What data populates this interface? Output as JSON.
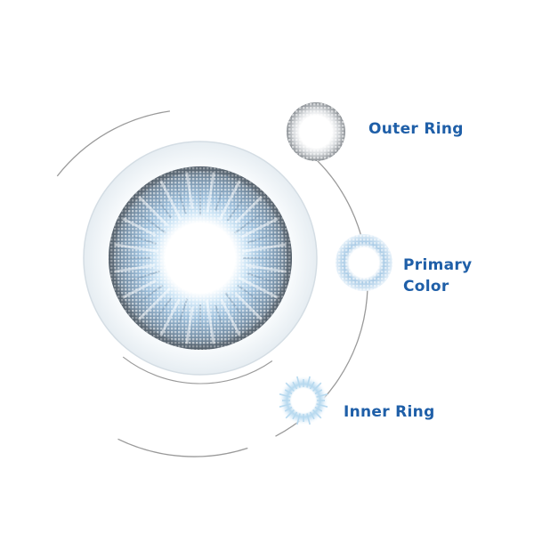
{
  "colors": {
    "label": "#1f5fa8",
    "arc": "#9a9a9a",
    "lens_edge": "#d4dde4",
    "iris_light": "#cfe6f6",
    "iris_mid": "#8fb4d2",
    "iris_dark": "#4a5560",
    "outer_ring": "#8a8f94",
    "primary_color": "#a9cbe6",
    "inner_ring": "#b7d9ef"
  },
  "labels": {
    "outer_ring": "Outer Ring",
    "primary_color_line1": "Primary",
    "primary_color_line2": "Color",
    "inner_ring": "Inner Ring"
  }
}
